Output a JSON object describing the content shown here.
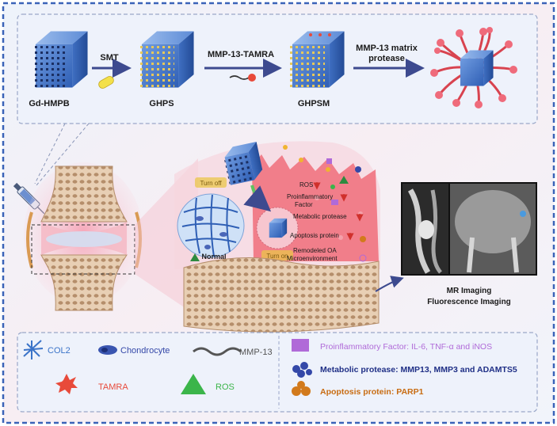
{
  "synthesis": {
    "stage1": "Gd-HMPB",
    "stage2": "GHPS",
    "stage3": "GHPSM",
    "step1": "SMT",
    "step2": "MMP-13-TAMRA",
    "step3_line1": "MMP-13 matrix",
    "step3_line2": "protease"
  },
  "joint": {
    "normal": "Normal",
    "turn_off": "Turn off",
    "turn_on": "Turn on"
  },
  "effects": {
    "ros": "ROS",
    "proinflammatory_line1": "Proinflammatory",
    "proinflammatory_line2": "Factor",
    "metabolic": "Metabolic protease",
    "apoptosis": "Apoptosis protein",
    "remodeled_line1": "Remodeled OA",
    "remodeled_line2": "Microenvironment"
  },
  "imaging": {
    "line1": "MR Imaging",
    "line2": "Fluorescence Imaging"
  },
  "legend": {
    "col2": "COL2",
    "chondrocyte": "Chondrocyte",
    "mmp13": "MMP-13",
    "tamra": "TAMRA",
    "ros": "ROS",
    "proinflammatory": "Proinflammatory Factor: IL-6, TNF-α and iNOS",
    "metabolic": "Metabolic protease: MMP13, MMP3 and ADAMTS5",
    "apoptosis": "Apoptosis protein: PARP1"
  },
  "colors": {
    "frame": "#3a63b8",
    "cube": "#4a7fd0",
    "tamra": "#e84a3a",
    "ros": "#3bb54a",
    "proinflammatory": "#b06ad8",
    "metabolic": "#3448a8",
    "apoptosis": "#d27a1c",
    "arrow": "#3d4a8f"
  },
  "icons": [
    "syringe-icon",
    "knee-joint-icon",
    "mr-image-icon",
    "fluorescence-image-icon"
  ]
}
